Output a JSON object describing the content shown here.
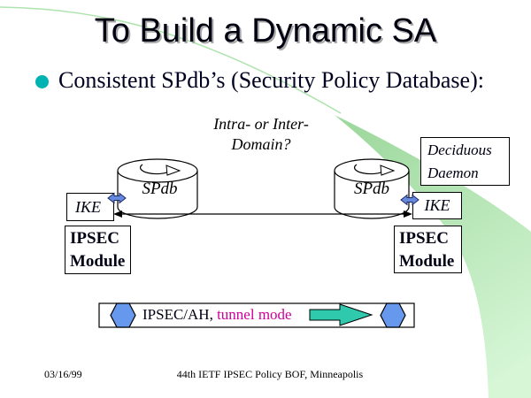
{
  "slide": {
    "title": "To Build a Dynamic SA",
    "bullet_text": "Consistent SPdb’s (Security Policy Database):",
    "footer_date": "03/16/99",
    "footer_center": "44th IETF IPSEC Policy BOF, Minneapolis"
  },
  "diagram": {
    "question_line1": "Intra- or Inter-",
    "question_line2": "Domain?",
    "left": {
      "db_label": "SPdb",
      "ike_label": "IKE",
      "module_line1": "IPSEC",
      "module_line2": "Module"
    },
    "right": {
      "db_label": "SPdb",
      "ike_label": "IKE",
      "module_line1": "IPSEC",
      "module_line2": "Module",
      "daemon_line1": "Deciduous",
      "daemon_line2": "Daemon"
    },
    "tunnel": {
      "label_plain": "IPSEC/AH, ",
      "label_highlight": "tunnel mode"
    }
  },
  "colors": {
    "bullet": "#00b3b3",
    "highlight_text": "#cc0099",
    "hexagon": "#6699ee",
    "arrow_teal": "#2fc9ad",
    "connector_blue": "#6688dd",
    "connector_blue_edge": "#1a2a66",
    "swoosh_line": "#aee3ae",
    "swoosh_start": "#9dd89d",
    "swoosh_end": "#d6f6d6"
  }
}
